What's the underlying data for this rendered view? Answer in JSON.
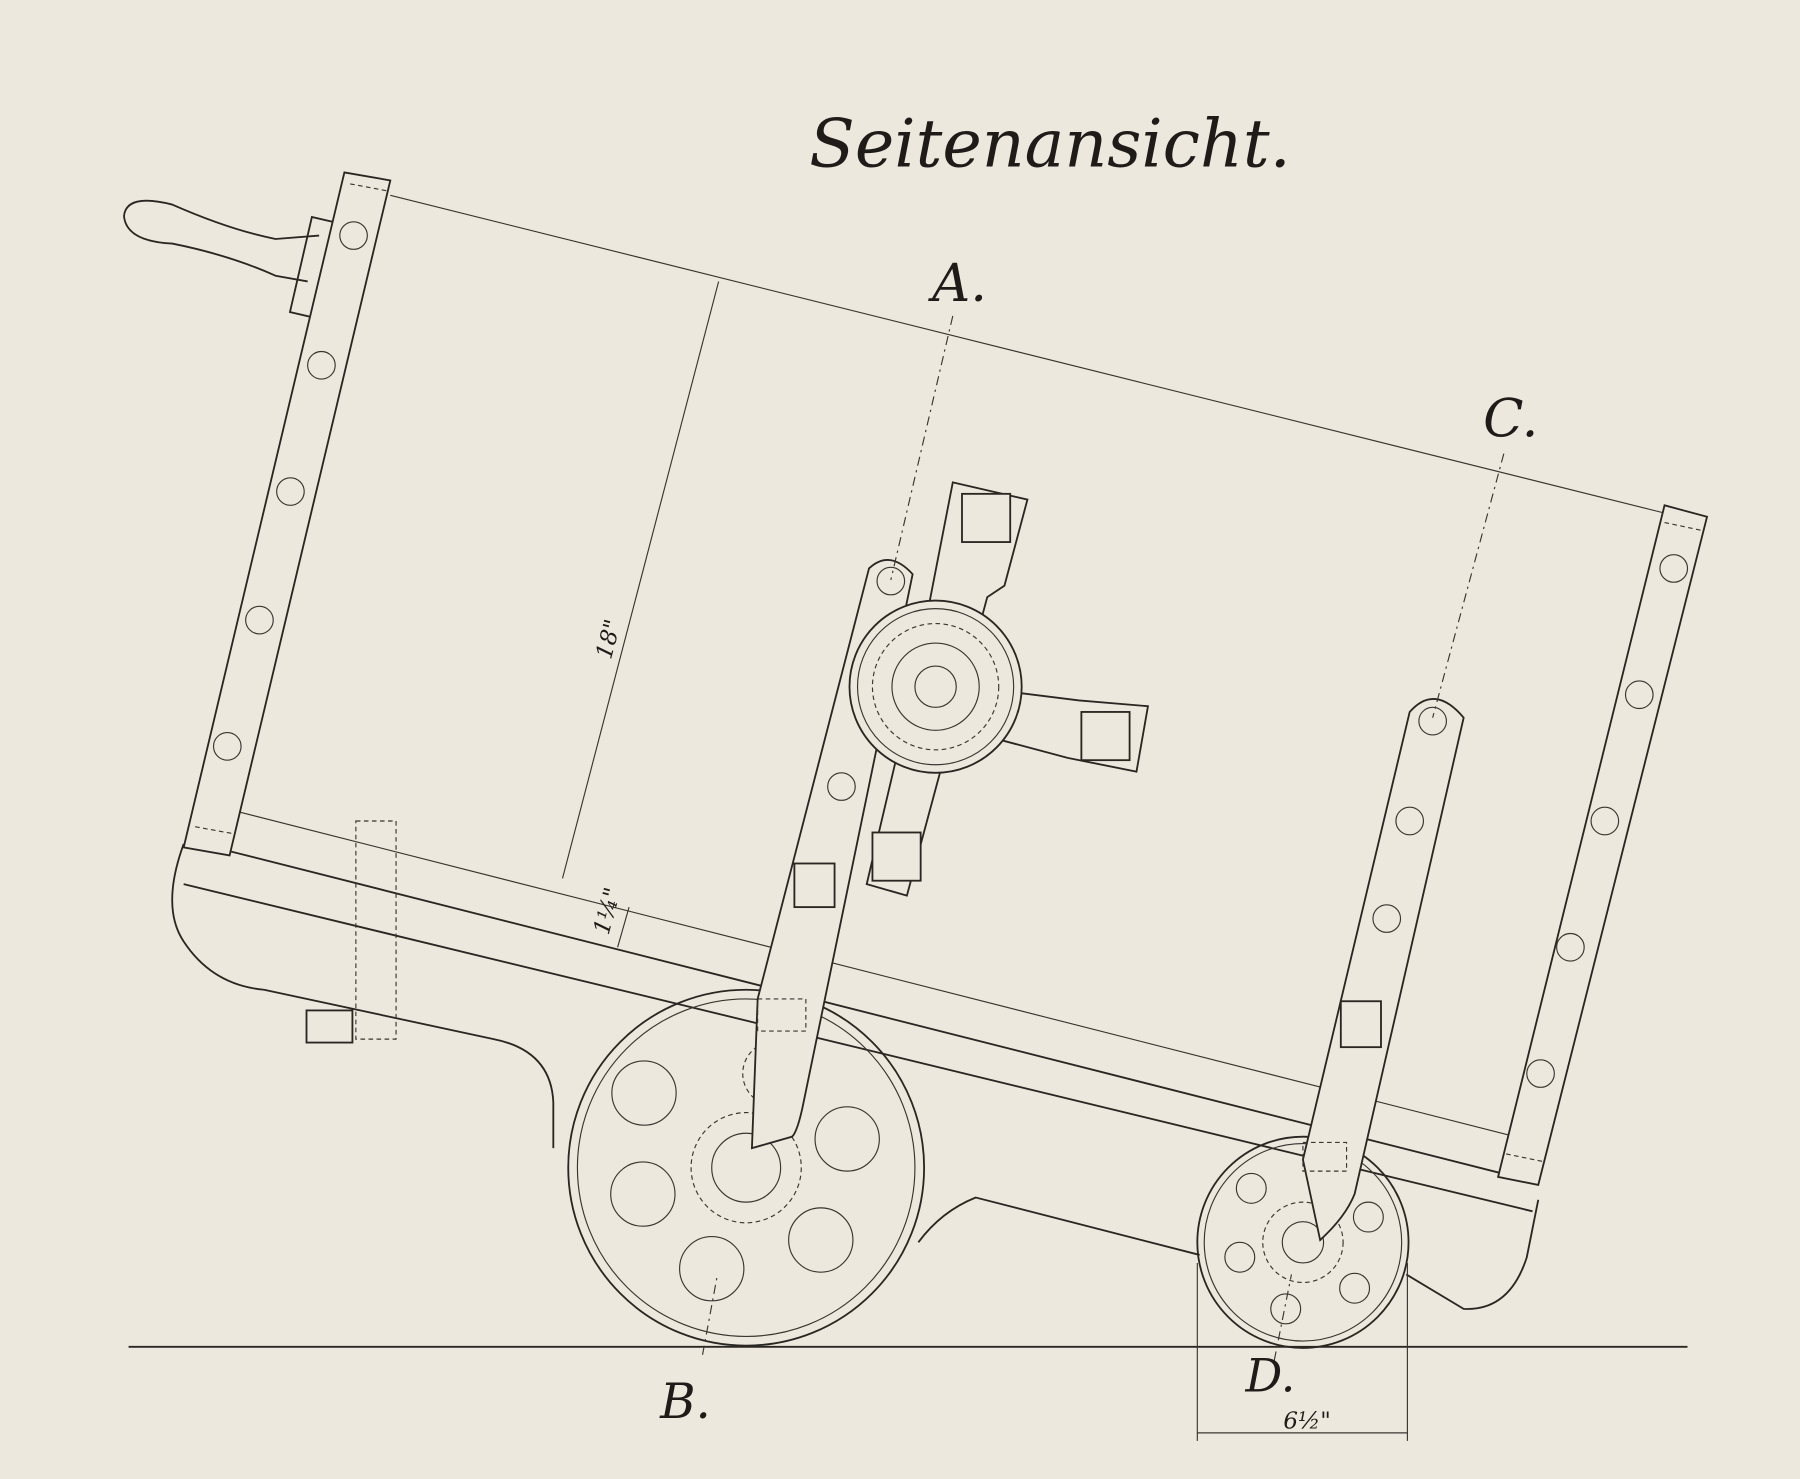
{
  "title": "Seitenansicht.",
  "labels": {
    "a": "A.",
    "b": "B.",
    "c": "C.",
    "d": "D."
  },
  "dimensions": {
    "height": "18\"",
    "frame": "1¼\"",
    "wheel": "6½\""
  }
}
